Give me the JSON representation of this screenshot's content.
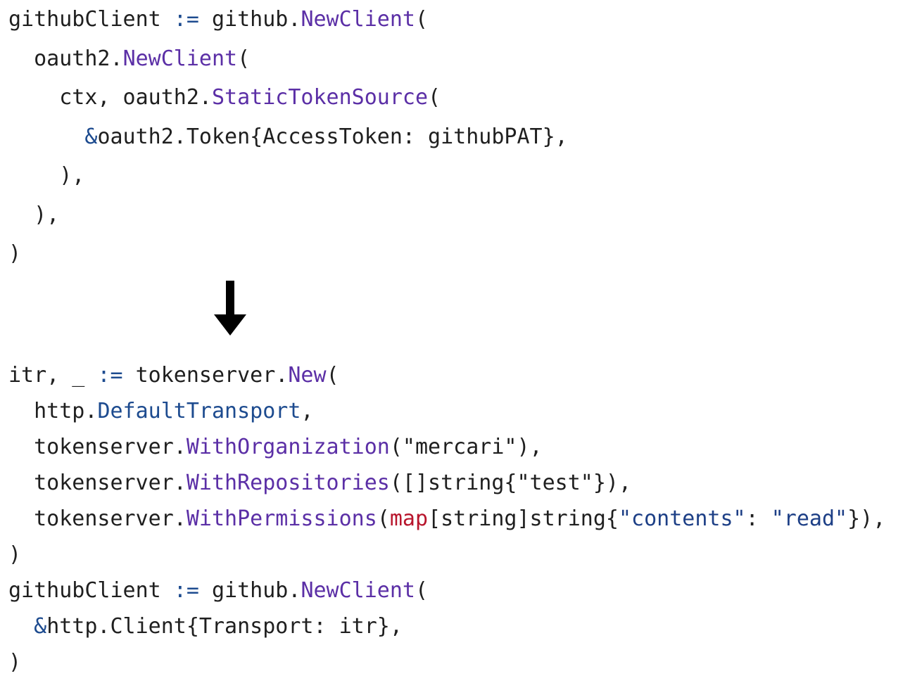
{
  "colors": {
    "text": "#1f1f1f",
    "function": "#5b2fa6",
    "field": "#1d4b8f",
    "keyword": "#b8152c",
    "string": "#1d3f86",
    "arrow": "#000000"
  },
  "arrow_icon": "arrow-down-icon",
  "before": {
    "lines": [
      [
        {
          "t": "githubClient ",
          "k": "plain"
        },
        {
          "t": ":=",
          "k": "field"
        },
        {
          "t": " github.",
          "k": "plain"
        },
        {
          "t": "NewClient",
          "k": "func"
        },
        {
          "t": "(",
          "k": "plain"
        }
      ],
      [
        {
          "t": "  oauth2.",
          "k": "plain"
        },
        {
          "t": "NewClient",
          "k": "func"
        },
        {
          "t": "(",
          "k": "plain"
        }
      ],
      [
        {
          "t": "    ctx, oauth2.",
          "k": "plain"
        },
        {
          "t": "StaticTokenSource",
          "k": "func"
        },
        {
          "t": "(",
          "k": "plain"
        }
      ],
      [
        {
          "t": "      ",
          "k": "plain"
        },
        {
          "t": "&",
          "k": "field"
        },
        {
          "t": "oauth2.Token{AccessToken: githubPAT},",
          "k": "plain"
        }
      ],
      [
        {
          "t": "    ),",
          "k": "plain"
        }
      ],
      [
        {
          "t": "  ),",
          "k": "plain"
        }
      ],
      [
        {
          "t": ")",
          "k": "plain"
        }
      ]
    ]
  },
  "after": {
    "lines": [
      [
        {
          "t": "itr, _ ",
          "k": "plain"
        },
        {
          "t": ":=",
          "k": "field"
        },
        {
          "t": " tokenserver.",
          "k": "plain"
        },
        {
          "t": "New",
          "k": "func"
        },
        {
          "t": "(",
          "k": "plain"
        }
      ],
      [
        {
          "t": "  http.",
          "k": "plain"
        },
        {
          "t": "DefaultTransport",
          "k": "field"
        },
        {
          "t": ",",
          "k": "plain"
        }
      ],
      [
        {
          "t": "  tokenserver.",
          "k": "plain"
        },
        {
          "t": "WithOrganization",
          "k": "func"
        },
        {
          "t": "(\"mercari\"),",
          "k": "plain"
        }
      ],
      [
        {
          "t": "  tokenserver.",
          "k": "plain"
        },
        {
          "t": "WithRepositories",
          "k": "func"
        },
        {
          "t": "([]string{\"test\"}),",
          "k": "plain"
        }
      ],
      [
        {
          "t": "  tokenserver.",
          "k": "plain"
        },
        {
          "t": "WithPermissions",
          "k": "func"
        },
        {
          "t": "(",
          "k": "plain"
        },
        {
          "t": "map",
          "k": "keyword"
        },
        {
          "t": "[string]string{",
          "k": "plain"
        },
        {
          "t": "\"contents\"",
          "k": "string"
        },
        {
          "t": ": ",
          "k": "plain"
        },
        {
          "t": "\"read\"",
          "k": "string"
        },
        {
          "t": "}),",
          "k": "plain"
        }
      ],
      [
        {
          "t": ")",
          "k": "plain"
        }
      ],
      [
        {
          "t": "githubClient ",
          "k": "plain"
        },
        {
          "t": ":=",
          "k": "field"
        },
        {
          "t": " github.",
          "k": "plain"
        },
        {
          "t": "NewClient",
          "k": "func"
        },
        {
          "t": "(",
          "k": "plain"
        }
      ],
      [
        {
          "t": "  ",
          "k": "plain"
        },
        {
          "t": "&",
          "k": "field"
        },
        {
          "t": "http.Client{Transport: itr},",
          "k": "plain"
        }
      ],
      [
        {
          "t": ")",
          "k": "plain"
        }
      ]
    ]
  }
}
